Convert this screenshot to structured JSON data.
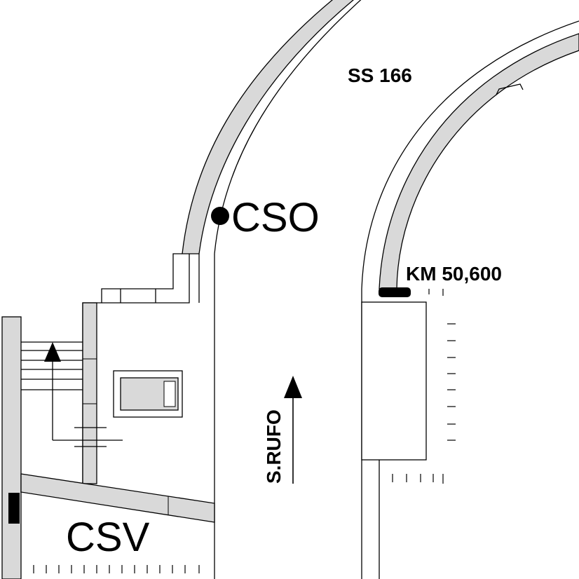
{
  "labels": {
    "road": "SS 166",
    "point_cso": "CSO",
    "km_marker": "KM 50,600",
    "direction": "S.RUFO",
    "zone_csv": "CSV"
  },
  "colors": {
    "road_fill": "#d9d9d9",
    "line": "#000000",
    "background": "#ffffff",
    "marker": "#000000"
  },
  "icons": {
    "north_arrow_left": "triangle-up-arrow",
    "direction_arrow": "triangle-up-arrow",
    "point_marker": "filled-circle"
  }
}
